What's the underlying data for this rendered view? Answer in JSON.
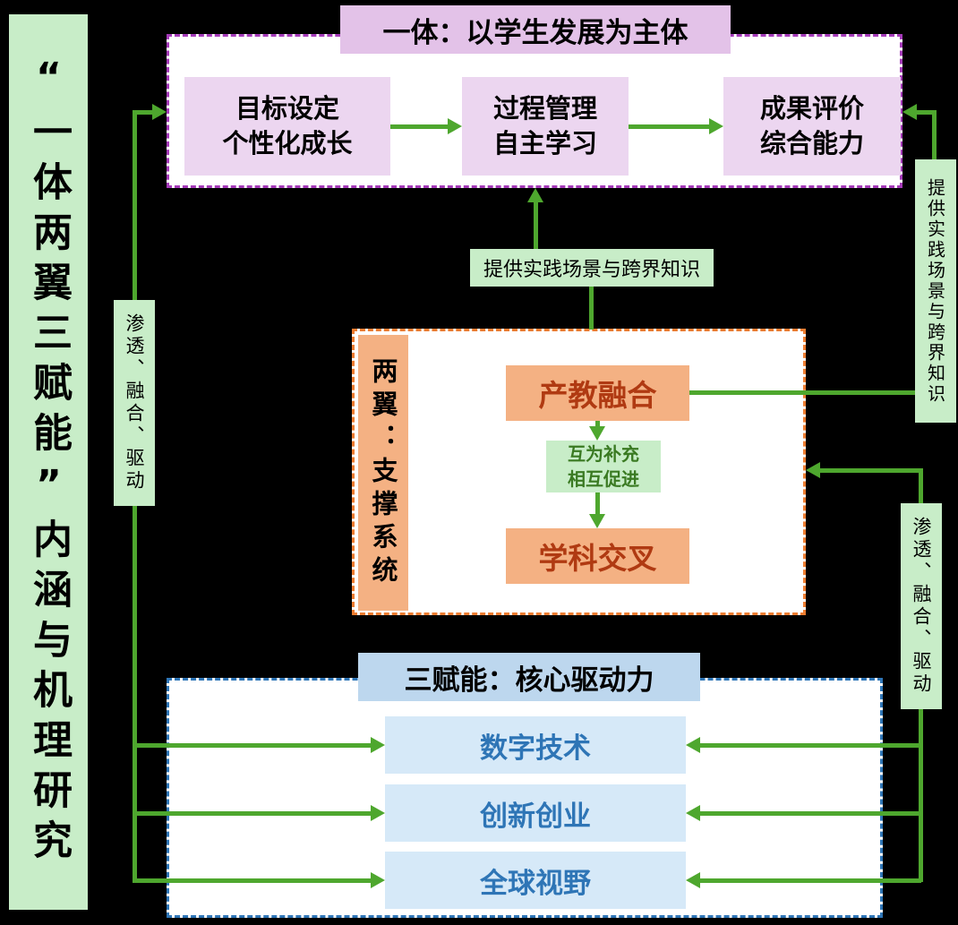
{
  "title": {
    "text": "“一体两翼三赋能”内涵与机理研究"
  },
  "top_group": {
    "header": "一体：以学生发展为主体",
    "boxes": [
      {
        "line1": "目标设定",
        "line2": "个性化成长"
      },
      {
        "line1": "过程管理",
        "line2": "自主学习"
      },
      {
        "line1": "成果评价",
        "line2": "综合能力"
      }
    ]
  },
  "middle_group": {
    "side_label": "两翼：支撑系统",
    "top_box": "产教融合",
    "relation": {
      "line1": "互为补充",
      "line2": "相互促进"
    },
    "bottom_box": "学科交叉"
  },
  "bottom_group": {
    "header": "三赋能：核心驱动力",
    "boxes": [
      "数字技术",
      "创新创业",
      "全球视野"
    ]
  },
  "connector_labels": {
    "practice_horizontal": "提供实践场景与跨界知识",
    "practice_vertical": "提供实践场景与跨界知识",
    "permeate_left": "渗透、融合、驱动",
    "permeate_right": "渗透、融合、驱动"
  },
  "colors": {
    "background": "#000000",
    "arrow_green": "#4ea72e",
    "label_green_bg": "#c8edc8",
    "purple_border": "#a43ab8",
    "purple_header_bg": "#e3c2e8",
    "pink_box_bg": "#ecd6f0",
    "orange_border": "#ed7d31",
    "orange_box_bg": "#f4b183",
    "orange_text": "#b03a12",
    "blue_border": "#2e75b6",
    "blue_header_bg": "#bdd7ee",
    "blue_box_bg": "#d6e9f8",
    "blue_text": "#2e75b6",
    "dark_green_text": "#3a7a22"
  }
}
